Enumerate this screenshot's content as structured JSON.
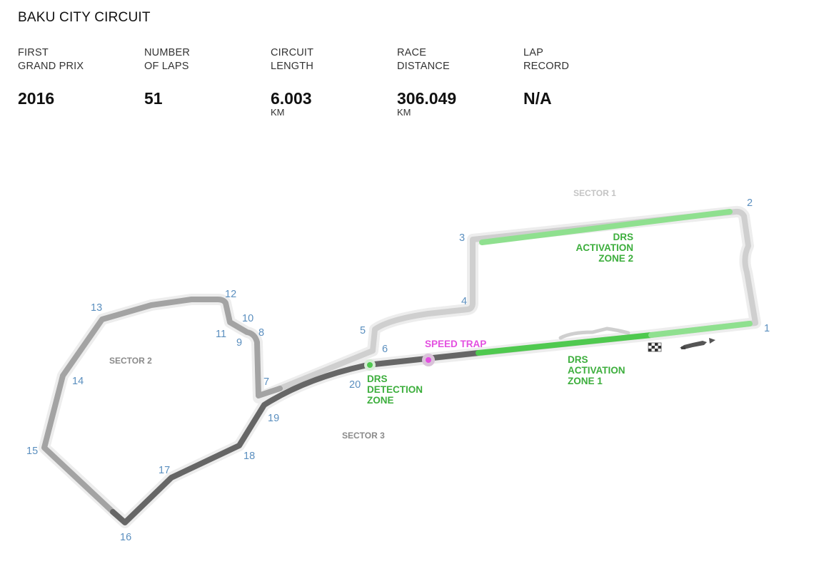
{
  "circuit_name": "BAKU CITY CIRCUIT",
  "stats": [
    {
      "label": "FIRST\nGRAND PRIX",
      "value": "2016",
      "unit": ""
    },
    {
      "label": "NUMBER\nOF LAPS",
      "value": "51",
      "unit": ""
    },
    {
      "label": "CIRCUIT\nLENGTH",
      "value": "6.003",
      "unit": "KM"
    },
    {
      "label": "RACE\nDISTANCE",
      "value": "306.049",
      "unit": "KM"
    },
    {
      "label": "LAP\nRECORD",
      "value": "N/A",
      "unit": ""
    }
  ],
  "map": {
    "sectors": {
      "s1": "SECTOR 1",
      "s2": "SECTOR 2",
      "s3": "SECTOR 3"
    },
    "drs_zone_1": [
      "DRS",
      "ACTIVATION",
      "ZONE 1"
    ],
    "drs_zone_2": [
      "DRS",
      "ACTIVATION",
      "ZONE 2"
    ],
    "drs_detection": [
      "DRS",
      "DETECTION",
      "ZONE"
    ],
    "speed_trap": "SPEED TRAP",
    "turns": [
      "1",
      "2",
      "3",
      "4",
      "5",
      "6",
      "7",
      "8",
      "9",
      "10",
      "11",
      "12",
      "13",
      "14",
      "15",
      "16",
      "17",
      "18",
      "19",
      "20"
    ],
    "colors": {
      "sector1": "#cfcfcf",
      "sector2": "#a3a3a3",
      "sector3": "#666666",
      "drs": "#4fc94f",
      "drs_light": "#8fe08f",
      "turn_numbers": "#5b8fbf",
      "speed_trap": "#e34fe0"
    },
    "icons": {
      "start_finish": "checkered-flag-icon",
      "car": "f1-car-icon",
      "direction": "direction-arrow-icon"
    }
  }
}
